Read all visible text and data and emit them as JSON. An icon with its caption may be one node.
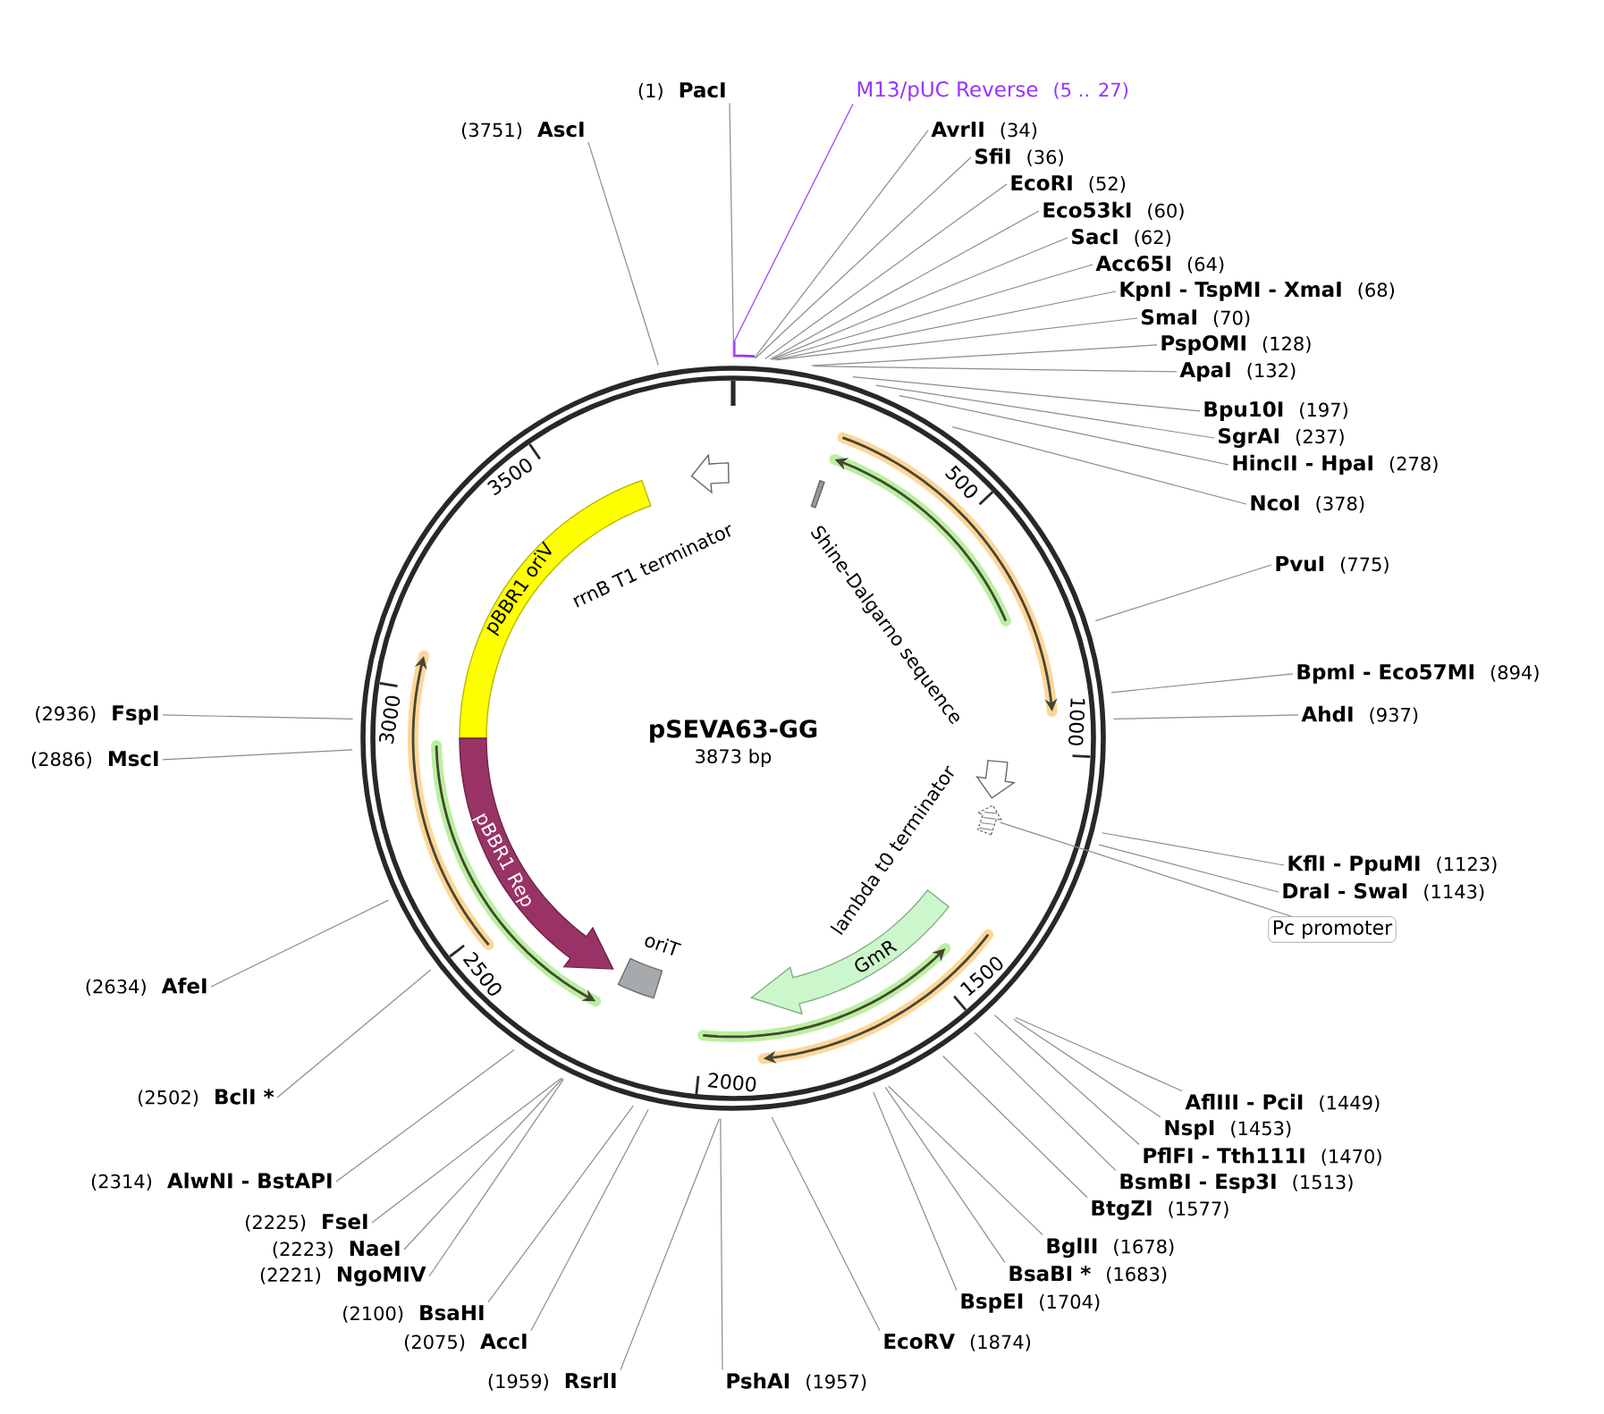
{
  "diagram": {
    "title": "pSEVA63-GG",
    "nodes": [
      {
        "text": [
          "(3751)",
          "AscI"
        ]
      },
      {
        "text": [
          "(1)",
          "PacI"
        ]
      },
      {
        "text": [
          "M13/pUC Reverse",
          "(5 .. 27)"
        ]
      },
      {
        "text": [
          "AvrII",
          "(34)"
        ]
      },
      {
        "text": [
          "SfiI",
          "(36)"
        ]
      },
      {
        "text": [
          "EcoRI",
          "(52)"
        ]
      },
      {
        "text": [
          "Eco53kI",
          "(60)"
        ]
      },
      {
        "text": [
          "SacI",
          "(62)"
        ]
      },
      {
        "text": [
          "Acc65I",
          "(64)"
        ]
      },
      {
        "text": [
          "KpnI - TspMI - XmaI",
          "(68)"
        ]
      },
      {
        "text": [
          "SmaI",
          "(70)"
        ]
      },
      {
        "text": [
          "PspOMI",
          "(128)"
        ]
      },
      {
        "text": [
          "ApaI",
          "(132)"
        ]
      },
      {
        "text": [
          "Bpu10I",
          "(197)"
        ]
      },
      {
        "text": [
          "SgrAI",
          "(237)"
        ]
      },
      {
        "text": [
          "HincII - HpaI",
          "(278)"
        ]
      },
      {
        "text": [
          "NcoI",
          "(378)"
        ]
      },
      {
        "text": [
          "PvuI",
          "(775)"
        ]
      },
      {
        "text": [
          "BpmI - Eco57MI",
          "(894)"
        ]
      },
      {
        "text": [
          "AhdI",
          "(937)"
        ]
      },
      {
        "text": [
          "KflI - PpuMI",
          "(1123)"
        ]
      },
      {
        "text": [
          "DraI - SwaI",
          "(1143)"
        ]
      },
      {
        "text": [
          "Pc promoter"
        ]
      },
      {
        "text": [
          "AflIII - PciI",
          "(1449)"
        ]
      },
      {
        "text": [
          "NspI",
          "(1453)"
        ]
      },
      {
        "text": [
          "PflFI - Tth111I",
          "(1470)"
        ]
      },
      {
        "text": [
          "BsmBI - Esp3I",
          "(1513)"
        ]
      },
      {
        "text": [
          "BtgZI",
          "(1577)"
        ]
      },
      {
        "text": [
          "BglII",
          "(1678)"
        ]
      },
      {
        "text": [
          "BsaBI *",
          "(1683)"
        ]
      },
      {
        "text": [
          "BspEI",
          "(1704)"
        ]
      },
      {
        "text": [
          "EcoRV",
          "(1874)"
        ]
      },
      {
        "text": [
          "PshAI",
          "(1957)"
        ]
      },
      {
        "text": [
          "(1959)",
          "RsrII"
        ]
      },
      {
        "text": [
          "(2075)",
          "AccI"
        ]
      },
      {
        "text": [
          "(2100)",
          "BsaHI"
        ]
      },
      {
        "text": [
          "(2221)",
          "NgoMIV"
        ]
      },
      {
        "text": [
          "(2223)",
          "NaeI"
        ]
      },
      {
        "text": [
          "(2225)",
          "FseI"
        ]
      },
      {
        "text": [
          "(2314)",
          "AlwNI - BstAPI"
        ]
      },
      {
        "text": [
          "(2502)",
          "BclI *"
        ]
      },
      {
        "text": [
          "(2634)",
          "AfeI"
        ]
      },
      {
        "text": [
          "(2886)",
          "MscI"
        ]
      },
      {
        "text": [
          "(2936)",
          "FspI"
        ]
      },
      {
        "text": [
          "pBBR1 oriV"
        ]
      },
      {
        "text": [
          "rrnB T1 terminator"
        ]
      },
      {
        "text": [
          "Shine-Dalgarno sequence"
        ]
      },
      {
        "text": [
          "lambda t0 terminator"
        ]
      },
      {
        "text": [
          "GmR"
        ]
      },
      {
        "text": [
          "oriT"
        ]
      },
      {
        "text": [
          "pBBR1 Rep"
        ]
      },
      {
        "text": [],
        "shape": "arrow"
      }
    ],
    "edges": [
      {
        "from": 0,
        "to": null,
        "arrow": "none"
      },
      {
        "from": 1,
        "to": null,
        "arrow": "none"
      },
      {
        "from": 2,
        "to": null,
        "arrow": "none",
        "color": "#9933ff"
      },
      {
        "from": 3,
        "to": null,
        "arrow": "none"
      },
      {
        "from": 4,
        "to": null,
        "arrow": "none"
      },
      {
        "from": 5,
        "to": null,
        "arrow": "none"
      },
      {
        "from": 6,
        "to": null,
        "arrow": "none"
      },
      {
        "from": 7,
        "to": null,
        "arrow": "none"
      },
      {
        "from": 8,
        "to": null,
        "arrow": "none"
      },
      {
        "from": 9,
        "to": null,
        "arrow": "none"
      },
      {
        "from": 10,
        "to": null,
        "arrow": "none"
      },
      {
        "from": 11,
        "to": null,
        "arrow": "none"
      },
      {
        "from": 12,
        "to": null,
        "arrow": "none"
      },
      {
        "from": 13,
        "to": null,
        "arrow": "none"
      },
      {
        "from": 14,
        "to": null,
        "arrow": "none"
      },
      {
        "from": 15,
        "to": null,
        "arrow": "none"
      },
      {
        "from": 16,
        "to": null,
        "arrow": "none"
      },
      {
        "from": 17,
        "to": null,
        "arrow": "none"
      },
      {
        "from": 18,
        "to": null,
        "arrow": "none"
      },
      {
        "from": 19,
        "to": null,
        "arrow": "none"
      },
      {
        "from": 20,
        "to": null,
        "arrow": "none"
      },
      {
        "from": 21,
        "to": null,
        "arrow": "none"
      },
      {
        "from": 22,
        "to": 51,
        "arrow": "none"
      },
      {
        "from": 23,
        "to": null,
        "arrow": "none"
      },
      {
        "from": 24,
        "to": null,
        "arrow": "none"
      },
      {
        "from": 25,
        "to": null,
        "arrow": "none"
      },
      {
        "from": 26,
        "to": null,
        "arrow": "none"
      },
      {
        "from": 27,
        "to": null,
        "arrow": "none"
      },
      {
        "from": 28,
        "to": null,
        "arrow": "none"
      },
      {
        "from": 29,
        "to": null,
        "arrow": "none"
      },
      {
        "from": 30,
        "to": null,
        "arrow": "none"
      },
      {
        "from": 31,
        "to": null,
        "arrow": "none"
      },
      {
        "from": 32,
        "to": null,
        "arrow": "none"
      },
      {
        "from": 33,
        "to": null,
        "arrow": "none"
      },
      {
        "from": 34,
        "to": null,
        "arrow": "none"
      },
      {
        "from": 35,
        "to": null,
        "arrow": "none"
      },
      {
        "from": 36,
        "to": null,
        "arrow": "none"
      },
      {
        "from": 37,
        "to": null,
        "arrow": "none"
      },
      {
        "from": 38,
        "to": null,
        "arrow": "none"
      },
      {
        "from": 39,
        "to": null,
        "arrow": "none"
      },
      {
        "from": 40,
        "to": null,
        "arrow": "none"
      },
      {
        "from": 41,
        "to": null,
        "arrow": "none"
      },
      {
        "from": 42,
        "to": null,
        "arrow": "none"
      },
      {
        "from": 43,
        "to": null,
        "arrow": "none"
      }
    ],
    "labels": [
      "3873 bp",
      "500",
      "1000",
      "1500",
      "2000",
      "2500",
      "3000",
      "3500"
    ]
  }
}
